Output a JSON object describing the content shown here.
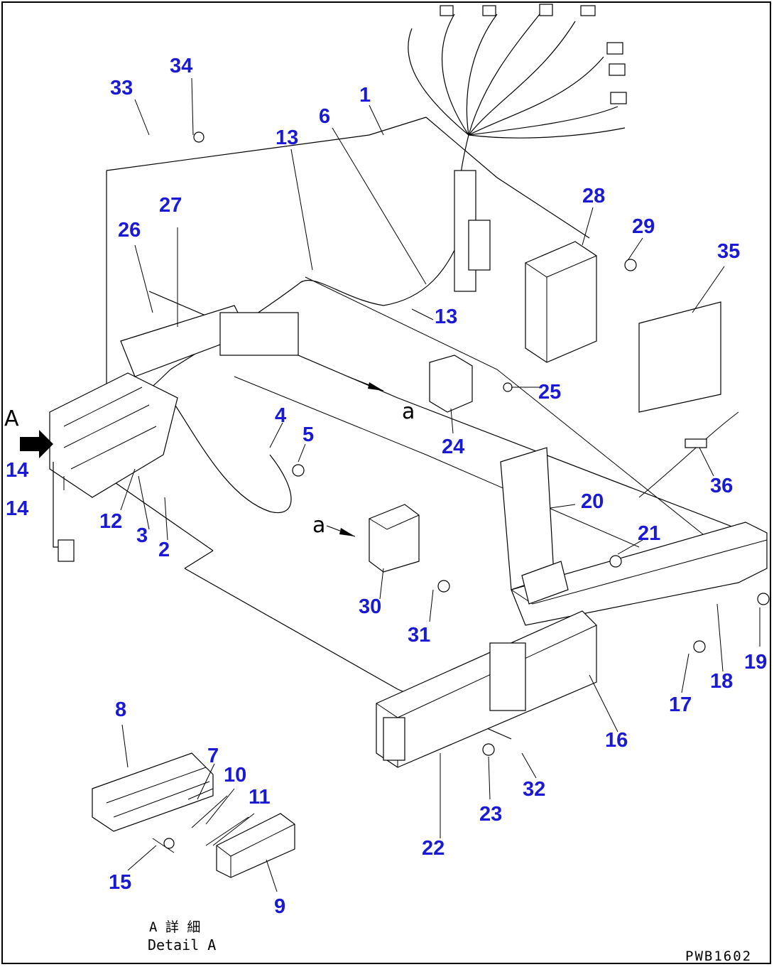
{
  "drawing_code": "PWB1602",
  "detail_title_jp": "A 詳 細",
  "detail_title_en": "Detail A",
  "view_arrow_label": "A",
  "section_label": "a",
  "callouts": {
    "c1": "1",
    "c2": "2",
    "c3": "3",
    "c4": "4",
    "c5": "5",
    "c6": "6",
    "c7": "7",
    "c8": "8",
    "c9": "9",
    "c10": "10",
    "c11": "11",
    "c12": "12",
    "c13a": "13",
    "c13b": "13",
    "c14a": "14",
    "c14b": "14",
    "c15": "15",
    "c16": "16",
    "c17": "17",
    "c18": "18",
    "c19": "19",
    "c20": "20",
    "c21": "21",
    "c22": "22",
    "c23": "23",
    "c24": "24",
    "c25": "25",
    "c26": "26",
    "c27": "27",
    "c28": "28",
    "c29": "29",
    "c30": "30",
    "c31": "31",
    "c32": "32",
    "c33": "33",
    "c34": "34",
    "c35": "35",
    "c36": "36"
  },
  "colors": {
    "callout": "#1a1ad6",
    "line": "#000000"
  }
}
